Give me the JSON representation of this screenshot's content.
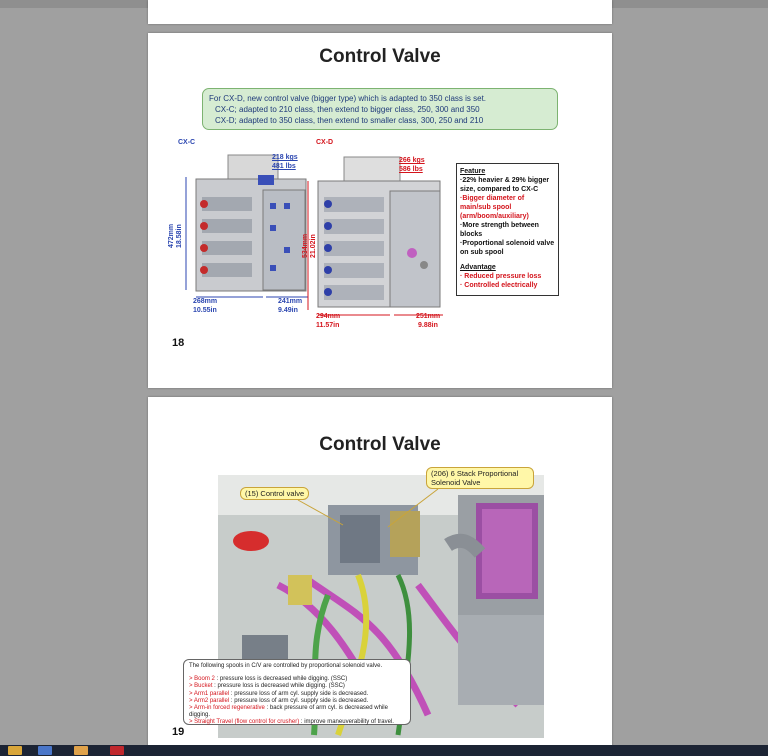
{
  "slide18": {
    "title": "Control Valve",
    "note_lines": [
      "For CX-D, new control valve (bigger type) which is adapted  to 350 class is set.",
      "CX-C; adapted to 210 class, then extend to bigger class, 250, 300 and 350",
      "CX-D; adapted to 350 class, then extend to smaller class, 300, 250 and 210"
    ],
    "cxc": {
      "label": "CX-C",
      "weight_kg": "218 kgs",
      "weight_lb": "481 lbs",
      "height_mm": "472mm",
      "height_in": "18.58in",
      "width_mm": "268mm",
      "width_in": "10.55in",
      "depth_mm": "241mm",
      "depth_in": "9.49in"
    },
    "cxd": {
      "label": "CX-D",
      "weight_kg": "266 kgs",
      "weight_lb": "586 lbs",
      "height_mm": "534mm",
      "height_in": "21.02in",
      "width_mm": "294mm",
      "width_in": "11.57in",
      "depth_mm": "251mm",
      "depth_in": "9.88in"
    },
    "feature": {
      "heading": "Feature",
      "items": [
        "·22% heavier & 29% bigger size, compared to CX-C",
        "·Bigger diameter of main/sub spool (arm/boom/auxiliary)",
        "·More strength between blocks",
        "·Proportional solenoid valve on sub spool"
      ],
      "advantage_heading": "Advantage",
      "advantages": [
        "· Reduced pressure loss",
        "· Controlled electrically"
      ]
    },
    "page_number": "18"
  },
  "slide19": {
    "title": "Control Valve",
    "callout_valve": "(15) Control valve",
    "callout_solenoid": "(206) 6 Stack Proportional Solenoid Valve",
    "spool_intro": "The following spools in C/V are controlled by proportional solenoid valve.",
    "spools": [
      {
        "name": "> Boom 2",
        "desc": " : pressure loss is decreased while digging. (SSC)"
      },
      {
        "name": "> Bucket",
        "desc": "  : pressure loss is decreased while digging. (SSC)"
      },
      {
        "name": "> Arm1 parallel",
        "desc": " :  pressure loss of arm cyl. supply side is decreased."
      },
      {
        "name": "> Arm2 parallel",
        "desc": " :  pressure loss of arm cyl. supply side is decreased."
      },
      {
        "name": "> Arm-in forced regenerative",
        "desc": " :  back pressure of arm cyl. is decreased while digging."
      },
      {
        "name": "> Straight Travel (flow control for crusher)",
        "desc": " :  improve maneuverability of travel."
      }
    ],
    "page_number": "19"
  },
  "colors": {
    "background": "#a0a0a0",
    "accent_red": "#d4141c",
    "accent_blue": "#2b46b0",
    "note_green": "#d6ecd2"
  }
}
